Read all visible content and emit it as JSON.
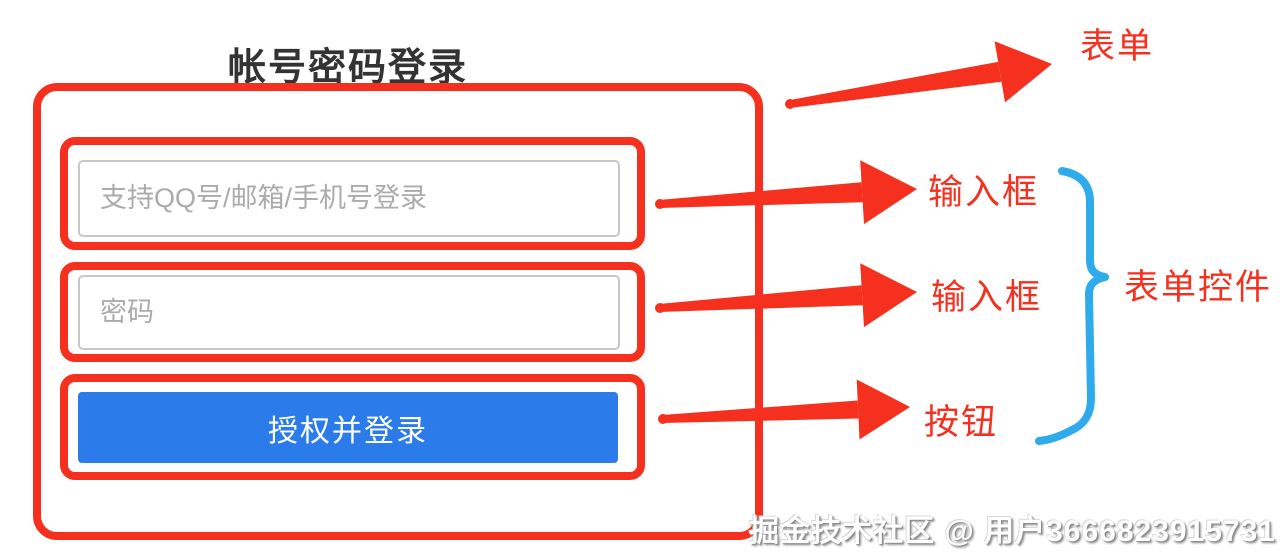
{
  "colors": {
    "annotation_red": "#f5301e",
    "button_blue": "#2b7bea",
    "brace_blue": "#2faaea",
    "input_border": "#c7c7c7",
    "placeholder_gray": "#ababab",
    "title_color": "#333333"
  },
  "form": {
    "title": "帐号密码登录",
    "account_input": {
      "value": "",
      "placeholder": "支持QQ号/邮箱/手机号登录"
    },
    "password_input": {
      "value": "",
      "placeholder": "密码"
    },
    "submit_button": {
      "label": "授权并登录"
    }
  },
  "annotations": {
    "form_label": "表单",
    "account_input_label": "输入框",
    "password_input_label": "输入框",
    "button_label": "按钮",
    "controls_group_label": "表单控件"
  },
  "watermark": {
    "text": "掘金技术社区 @ 用户3666823915731"
  }
}
